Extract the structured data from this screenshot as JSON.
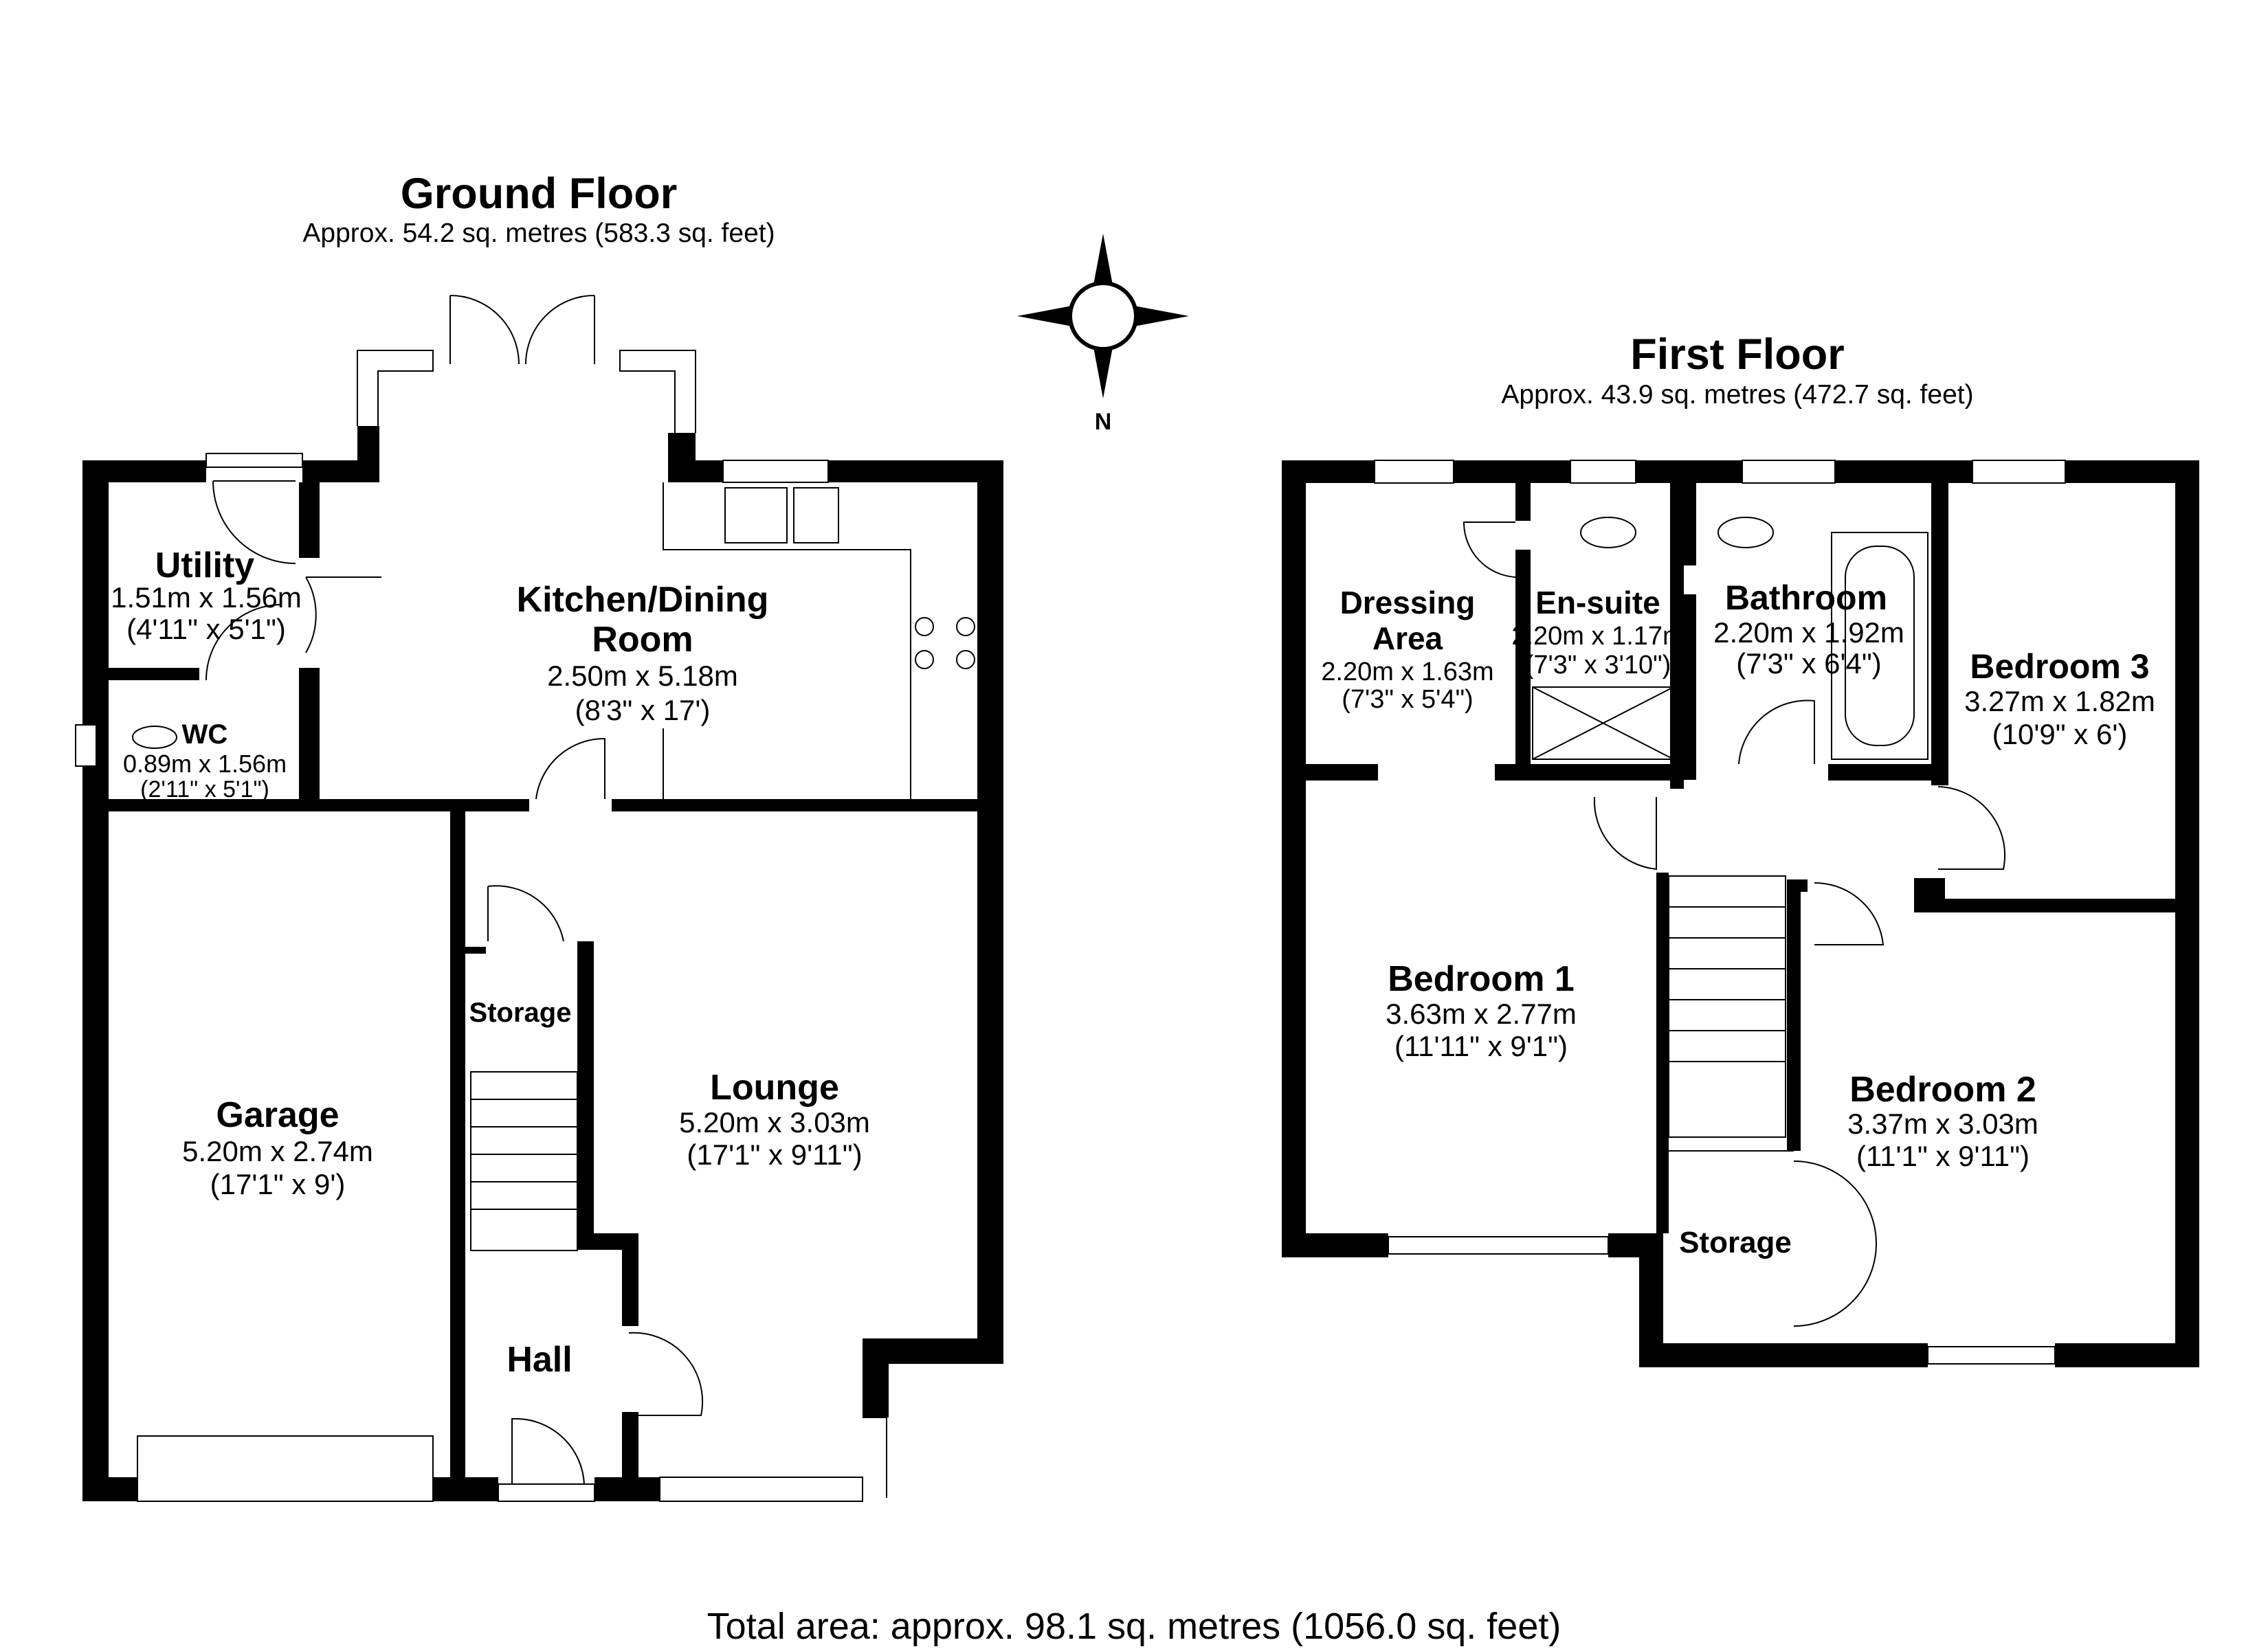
{
  "ground_floor": {
    "title": "Ground Floor",
    "area": "Approx. 54.2 sq. metres (583.3 sq. feet)",
    "rooms": [
      {
        "name": "Utility",
        "metric": "1.51m x 1.56m",
        "imperial": "(4'11\" x 5'1\")"
      },
      {
        "name": "WC",
        "metric": "0.89m x 1.56m",
        "imperial": "(2'11\" x 5'1\")"
      },
      {
        "name": "Kitchen/Dining",
        "name2": "Room",
        "metric": "2.50m x 5.18m",
        "imperial": "(8'3\" x 17')"
      },
      {
        "name": "Garage",
        "metric": "5.20m x 2.74m",
        "imperial": "(17'1\" x 9')"
      },
      {
        "name": "Storage"
      },
      {
        "name": "Lounge",
        "metric": "5.20m x 3.03m",
        "imperial": "(17'1\" x 9'11\")"
      },
      {
        "name": "Hall"
      }
    ]
  },
  "first_floor": {
    "title": "First Floor",
    "area": "Approx. 43.9 sq. metres (472.7 sq. feet)",
    "rooms": [
      {
        "name": "Dressing",
        "name2": "Area",
        "metric": "2.20m x 1.63m",
        "imperial": "(7'3\" x 5'4\")"
      },
      {
        "name": "En-suite",
        "metric": "2.20m x 1.17m",
        "imperial": "(7'3\" x 3'10\")"
      },
      {
        "name": "Bathroom",
        "metric": "2.20m x 1.92m",
        "imperial": "(7'3\" x 6'4\")"
      },
      {
        "name": "Bedroom 3",
        "metric": "3.27m x 1.82m",
        "imperial": "(10'9\" x 6')"
      },
      {
        "name": "Bedroom 1",
        "metric": "3.63m x 2.77m",
        "imperial": "(11'11\" x 9'1\")"
      },
      {
        "name": "Bedroom 2",
        "metric": "3.37m x 3.03m",
        "imperial": "(11'1\" x 9'11\")"
      },
      {
        "name": "Storage"
      }
    ]
  },
  "compass": {
    "label": "N",
    "icon": "compass-rose-icon"
  },
  "total_area": "Total area: approx. 98.1 sq. metres (1056.0 sq. feet)"
}
